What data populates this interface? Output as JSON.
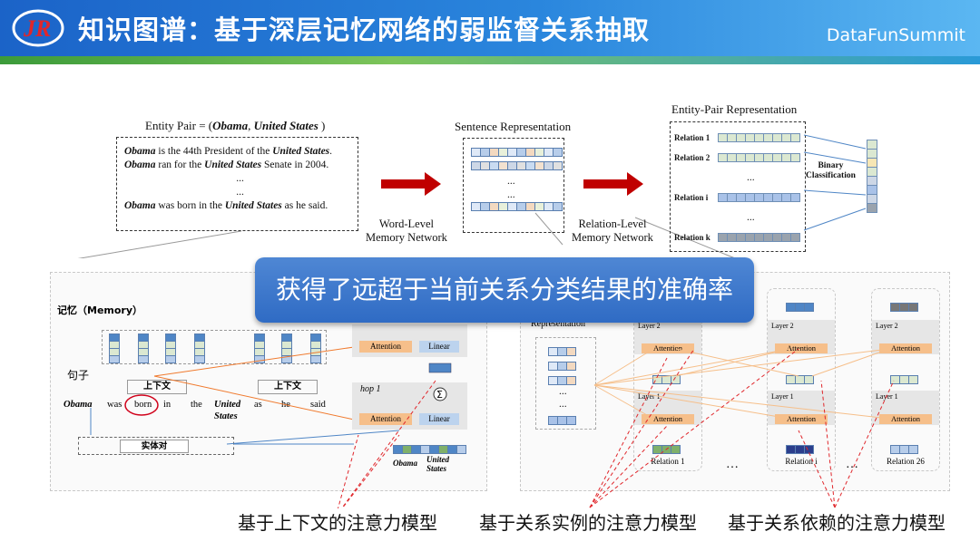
{
  "header": {
    "logo_text": "JR",
    "title": "知识图谱：基于深层记忆网络的弱监督关系抽取",
    "brand": "DataFunSummit"
  },
  "diagram": {
    "entity_pair_label": "Entity  Pair = (",
    "entity_pair_e1": "Obama",
    "entity_pair_e2": "United States",
    "entity_pair_close": " )",
    "sentences": [
      {
        "e1": "Obama",
        "mid": " is the 44th President of the ",
        "e2": "United States",
        "end": "."
      },
      {
        "e1": "Obama",
        "mid": " ran for the ",
        "e2": "United States",
        "end": " Senate in 2004."
      },
      {
        "e1": "",
        "mid": "...",
        "e2": "",
        "end": ""
      },
      {
        "e1": "",
        "mid": "...",
        "e2": "",
        "end": ""
      },
      {
        "e1": "Obama",
        "mid": " was born in the ",
        "e2": "United States",
        "end": " as he said."
      }
    ],
    "sentence_rep_label": "Sentence  Representation",
    "entity_pair_rep_label": "Entity-Pair  Representation",
    "relations": [
      "Relation 1",
      "Relation 2",
      "...",
      "Relation i",
      "...",
      "Relation k"
    ],
    "binary_classification": "Binary\nClassification",
    "word_level": "Word-Level\nMemory Network",
    "relation_level": "Relation-Level\nMemory Network",
    "memory_label": "记忆（Memory）",
    "sentence_label": "句子",
    "context_label": "上下文",
    "entity_pair_cn": "实体对",
    "words": [
      "Obama",
      "was",
      "born",
      "in",
      "the",
      "United States",
      "as",
      "he",
      "said"
    ],
    "hop_label": "hop 1",
    "attention": "Attention",
    "linear": "Linear",
    "obama_small": "Obama",
    "united_states_small": "United\nStates",
    "representation": "Representation",
    "layer2": "Layer 2",
    "layer1": "Layer 1",
    "relation_1": "Relation 1",
    "relation_i": "Relation i",
    "relation_26": "Relation 26",
    "ellipsis": "...",
    "dots": "…"
  },
  "banner": "获得了远超于当前关系分类结果的准确率",
  "captions": {
    "c1": "基于上下文的注意力模型",
    "c2": "基于关系实例的注意力模型",
    "c3": "基于关系依赖的注意力模型"
  },
  "colors": {
    "header_blue": "#1b63c8",
    "arrow_red": "#c00000",
    "attention_orange": "#f6bf8a",
    "linear_blue": "#bcd3ee"
  }
}
